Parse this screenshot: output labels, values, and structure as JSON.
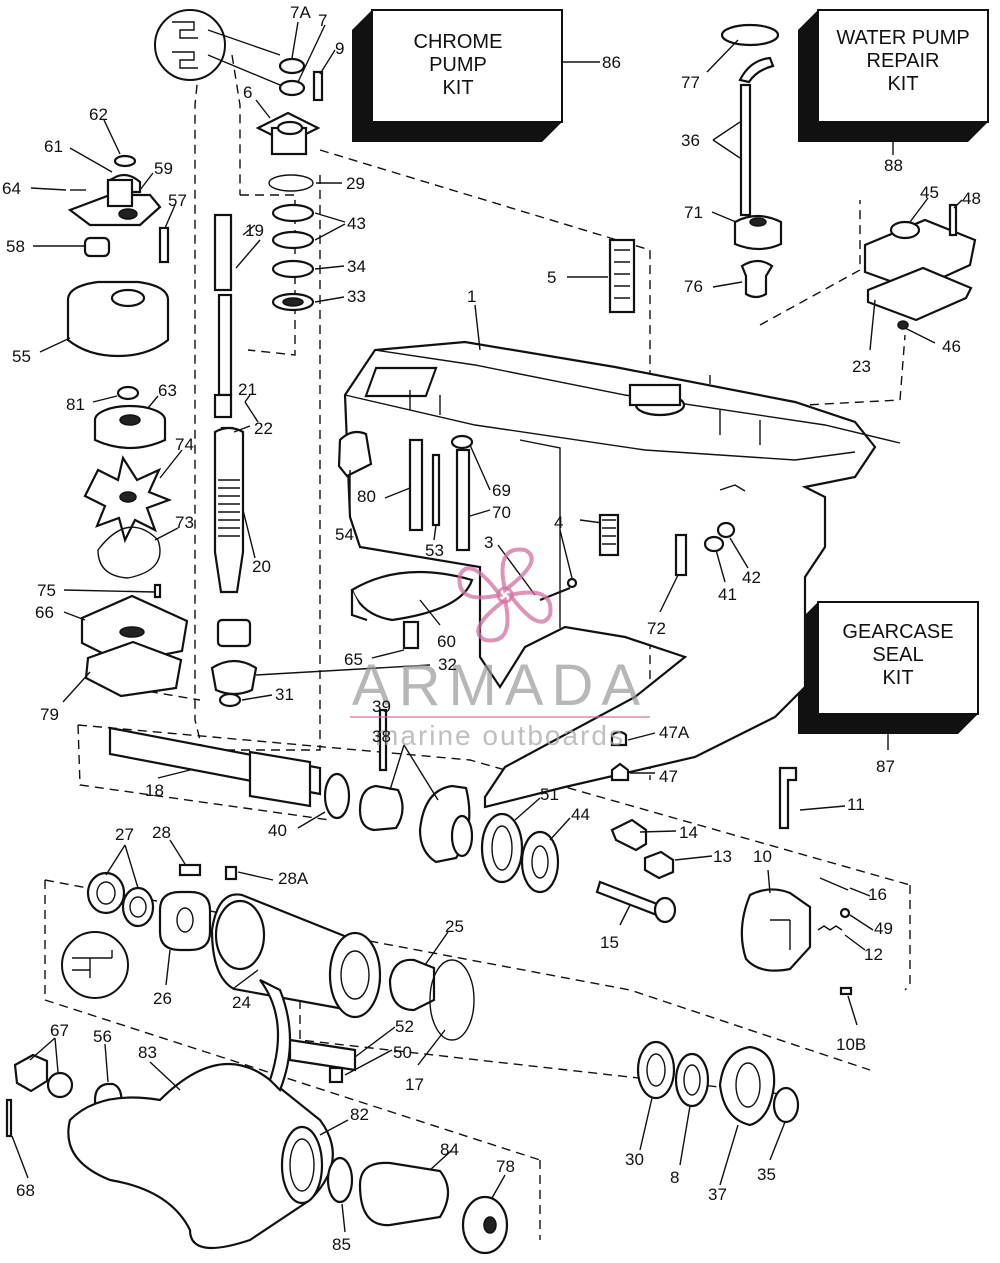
{
  "kits": {
    "chrome_pump": {
      "line1": "CHROME",
      "line2": "PUMP",
      "line3": "KIT",
      "ref": "86"
    },
    "water_pump_repair": {
      "line1": "WATER PUMP",
      "line2": "REPAIR",
      "line3": "KIT",
      "ref": "88"
    },
    "gearcase_seal": {
      "line1": "GEARCASE",
      "line2": "SEAL",
      "line3": "KIT",
      "ref": "87"
    }
  },
  "watermark": {
    "brand": "ARMADA",
    "tagline": "marine outboards",
    "accent_color": "#d36fa0"
  },
  "callouts": {
    "c7A": "7A",
    "c7": "7",
    "c9": "9",
    "c6": "6",
    "c29": "29",
    "c43": "43",
    "c34": "34",
    "c33": "33",
    "c19": "19",
    "c62": "62",
    "c61": "61",
    "c59": "59",
    "c64": "64",
    "c57": "57",
    "c58": "58",
    "c55": "55",
    "c81": "81",
    "c63": "63",
    "c21": "21",
    "c22": "22",
    "c74": "74",
    "c73": "73",
    "c20": "20",
    "c75": "75",
    "c66": "66",
    "c79": "79",
    "c31": "31",
    "c32": "32",
    "c65": "65",
    "c60": "60",
    "c1": "1",
    "c5": "5",
    "c54": "54",
    "c80": "80",
    "c69": "69",
    "c70": "70",
    "c53": "53",
    "c3": "3",
    "c4": "4",
    "c72": "72",
    "c41": "41",
    "c42": "42",
    "c77": "77",
    "c36": "36",
    "c71": "71",
    "c76": "76",
    "c45": "45",
    "c48": "48",
    "c23": "23",
    "c46": "46",
    "c39": "39",
    "c38": "38",
    "c18": "18",
    "c40": "40",
    "c47A": "47A",
    "c47": "47",
    "c51": "51",
    "c44": "44",
    "c14": "14",
    "c13": "13",
    "c11": "11",
    "c27": "27",
    "c28": "28",
    "c28A": "28A",
    "c26": "26",
    "c24": "24",
    "c25": "25",
    "c15": "15",
    "c10": "10",
    "c16": "16",
    "c49": "49",
    "c12": "12",
    "c10B": "10B",
    "c52": "52",
    "c17": "17",
    "c50": "50",
    "c67": "67",
    "c56": "56",
    "c83": "83",
    "c82": "82",
    "c68": "68",
    "c84": "84",
    "c78": "78",
    "c85": "85",
    "c30": "30",
    "c8": "8",
    "c37": "37",
    "c35": "35"
  }
}
